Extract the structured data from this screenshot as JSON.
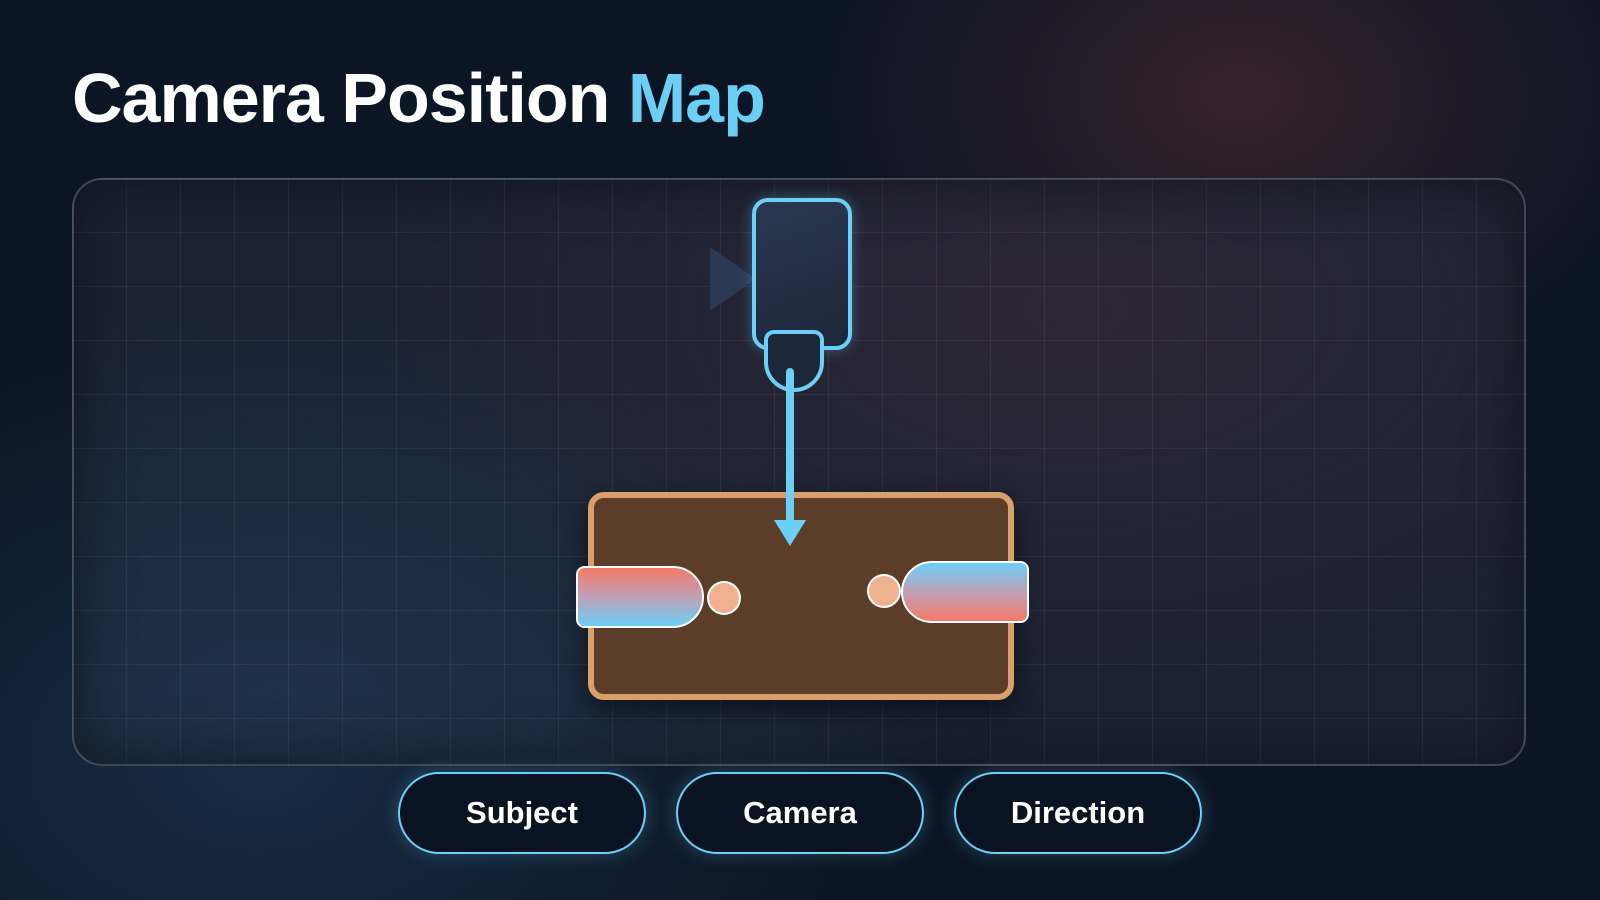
{
  "title": {
    "main": "Camera Position",
    "accent": "Map",
    "accent_color": "#6ccff6"
  },
  "map": {
    "icons": [
      "camera-icon",
      "table-icon",
      "person-icon",
      "direction-arrow-icon"
    ],
    "colors": {
      "camera_outline": "#6ccff6",
      "table_fill": "#5c3d29",
      "table_border": "#d9a06b",
      "subject_warm": "#f47a68",
      "subject_cool": "#6ccff6",
      "skin": "#f0b28e"
    }
  },
  "legend": {
    "subject_label": "Subject",
    "camera_label": "Camera",
    "direction_label": "Direction"
  }
}
